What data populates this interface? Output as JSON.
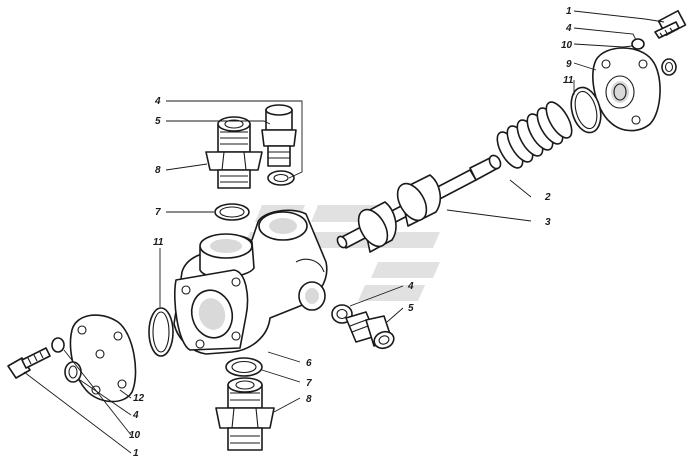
{
  "diagram": {
    "labels": {
      "tr_1": "1",
      "tr_4": "4",
      "tr_10": "10",
      "tr_9": "9",
      "tr_11": "11",
      "tl_4": "4",
      "tl_5": "5",
      "tl_8": "8",
      "tl_7": "7",
      "r_2": "2",
      "r_3": "3",
      "ml_11": "11",
      "m_4": "4",
      "m_5": "5",
      "b_6": "6",
      "b_7": "7",
      "b_8": "8",
      "bl_12": "12",
      "bl_4": "4",
      "bl_10": "10",
      "bl_1": "1"
    }
  }
}
